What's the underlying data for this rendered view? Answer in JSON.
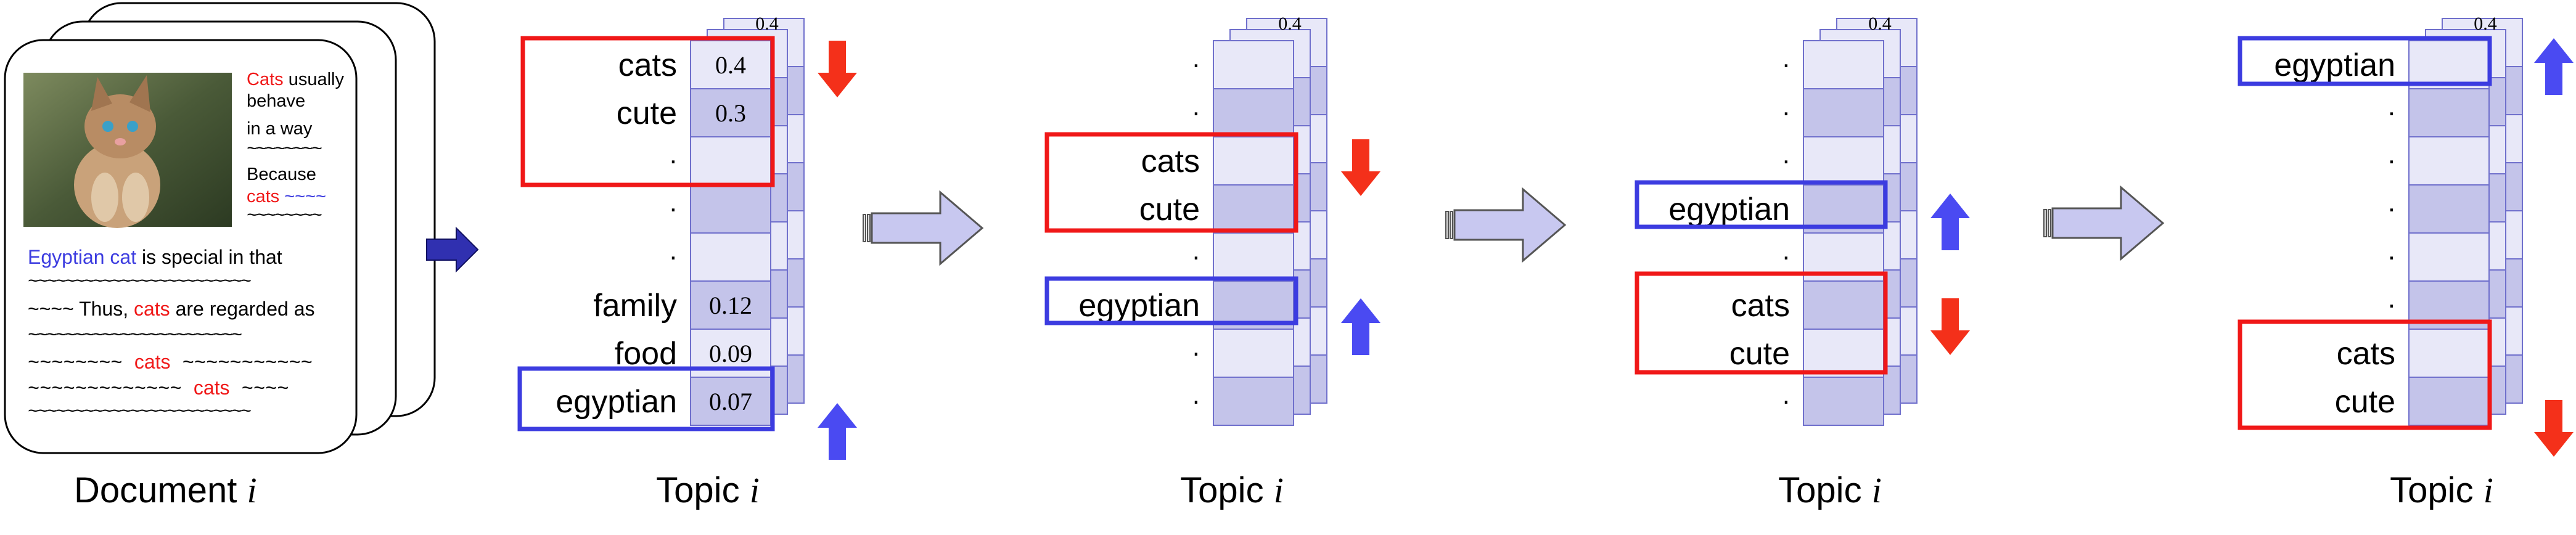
{
  "document": {
    "label": "Document",
    "index": "i",
    "snippet_1": {
      "w1_red": "Cats",
      "w1_rest": " usually",
      "line2": "behave",
      "line3": "in a way",
      "line4": "~~~~~~~~",
      "line5": "Because",
      "line6_red": "cats",
      "line6_rest": " ~~~~",
      "line7": "~~~~~~~~"
    },
    "snippet_2": {
      "l1_blue": "Egyptian cat",
      "l1_rest": " is special in that",
      "l2": "~~~~~~~~~~~~~~~~~~~~~~~~",
      "l3_a": "~~~~ Thus, ",
      "l3_red": "cats",
      "l3_b": " are regarded as",
      "l4": "~~~~~~~~~~~~~~~~~~~~~~~",
      "l5_a": "~~~~~~~~ ",
      "l5_red": "cats",
      "l5_b": " ~~~~~~~~~~~",
      "l6_a": "~~~~~~~~~~~~~ ",
      "l6_red": "cats",
      "l6_b": " ~~~~",
      "l7": "~~~~~~~~~~~~~~~~~~~~~~~~"
    }
  },
  "topic_label": {
    "label": "Topic",
    "index": "i"
  },
  "topic_back_value": "0.4",
  "topic_1": {
    "words": [
      "cats",
      "cute",
      ".",
      ".",
      ".",
      "family",
      "food",
      "egyptian"
    ],
    "probs": [
      "0.4",
      "0.3",
      "",
      "",
      "",
      "0.12",
      "0.09",
      "0.07"
    ]
  },
  "topic_2": {
    "words": [
      ".",
      ".",
      "cats",
      "cute",
      ".",
      "egyptian",
      ".",
      "."
    ]
  },
  "topic_3": {
    "words": [
      ".",
      ".",
      ".",
      "egyptian",
      ".",
      "cats",
      "cute",
      "."
    ]
  },
  "topic_4": {
    "words": [
      "egyptian",
      ".",
      ".",
      ".",
      ".",
      ".",
      "cats",
      "cute"
    ]
  },
  "colors": {
    "red": "#f01818",
    "blue": "#3c3ce0",
    "arrow_red": "#f4301a",
    "arrow_blue": "#4a4af2",
    "cell_light": "#e8e8f8",
    "cell_dark": "#c4c4ea",
    "cell_border": "#7070cc",
    "transition_fill": "#c8c8f0",
    "transition_stroke": "#555"
  }
}
